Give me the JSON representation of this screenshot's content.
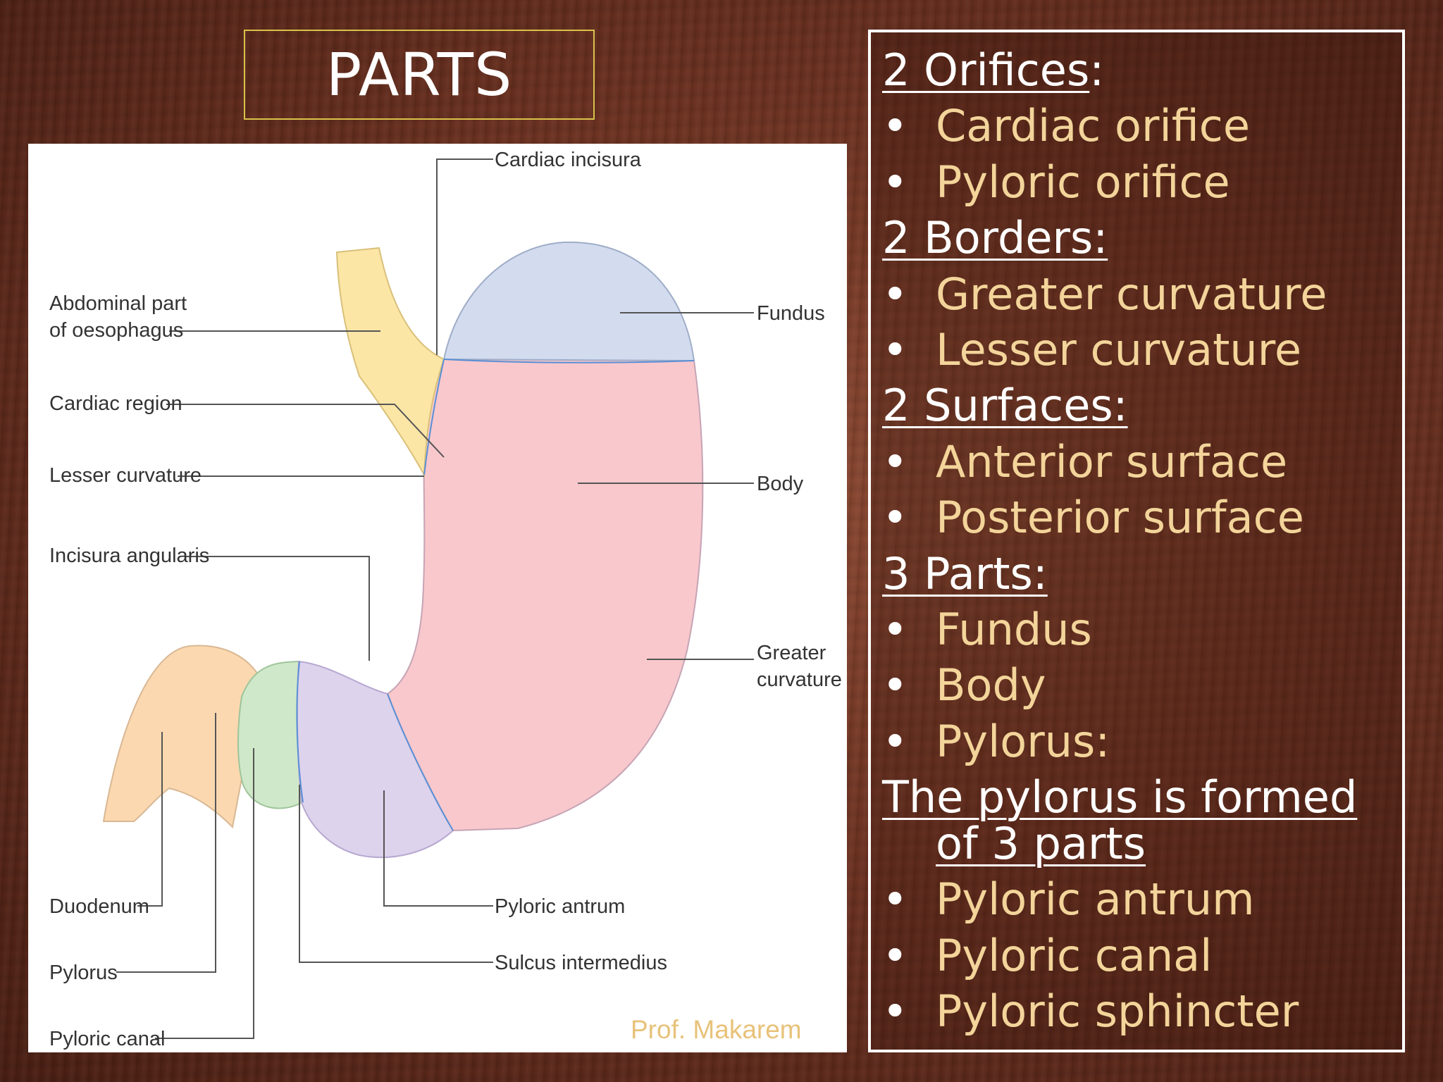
{
  "slide_title": "PARTS",
  "figure": {
    "labels": {
      "cardiac_incisura": "Cardiac incisura",
      "abdominal_part_1": "Abdominal part",
      "abdominal_part_2": "of oesophagus",
      "cardiac_region": "Cardiac region",
      "lesser_curvature": "Lesser curvature",
      "incisura_angularis": "Incisura angularis",
      "fundus": "Fundus",
      "body": "Body",
      "greater_curvature_1": "Greater",
      "greater_curvature_2": "curvature",
      "duodenum": "Duodenum",
      "pylorus": "Pylorus",
      "pyloric_canal": "Pyloric canal",
      "pyloric_antrum": "Pyloric antrum",
      "sulcus_intermedius": "Sulcus intermedius"
    },
    "credit": "Prof. Makarem",
    "colors": {
      "oesophagus": "#fbe6a6",
      "fundus": "#d3dcef",
      "body": "#f8c8cc",
      "antrum": "#ddd3ec",
      "pylorus": "#cfe8c9",
      "duodenum": "#fbd8b0"
    }
  },
  "panel": {
    "orifices_heading": "2 Orifices",
    "orifices_colon": ":",
    "orifices": [
      "Cardiac orifice",
      "Pyloric orifice"
    ],
    "borders_heading": "2 Borders:",
    "borders": [
      "Greater curvature",
      "Lesser curvature"
    ],
    "surfaces_heading": "2 Surfaces:",
    "surfaces": [
      "Anterior surface",
      "Posterior surface"
    ],
    "parts_heading": "3 Parts:",
    "parts": [
      "Fundus",
      "Body",
      "Pylorus:"
    ],
    "pylorus_note_1": "The pylorus is formed",
    "pylorus_note_2": "of 3 parts",
    "pylorus_parts": [
      "Pyloric antrum",
      "Pyloric canal",
      "Pyloric sphincter"
    ],
    "bullet": "•"
  }
}
